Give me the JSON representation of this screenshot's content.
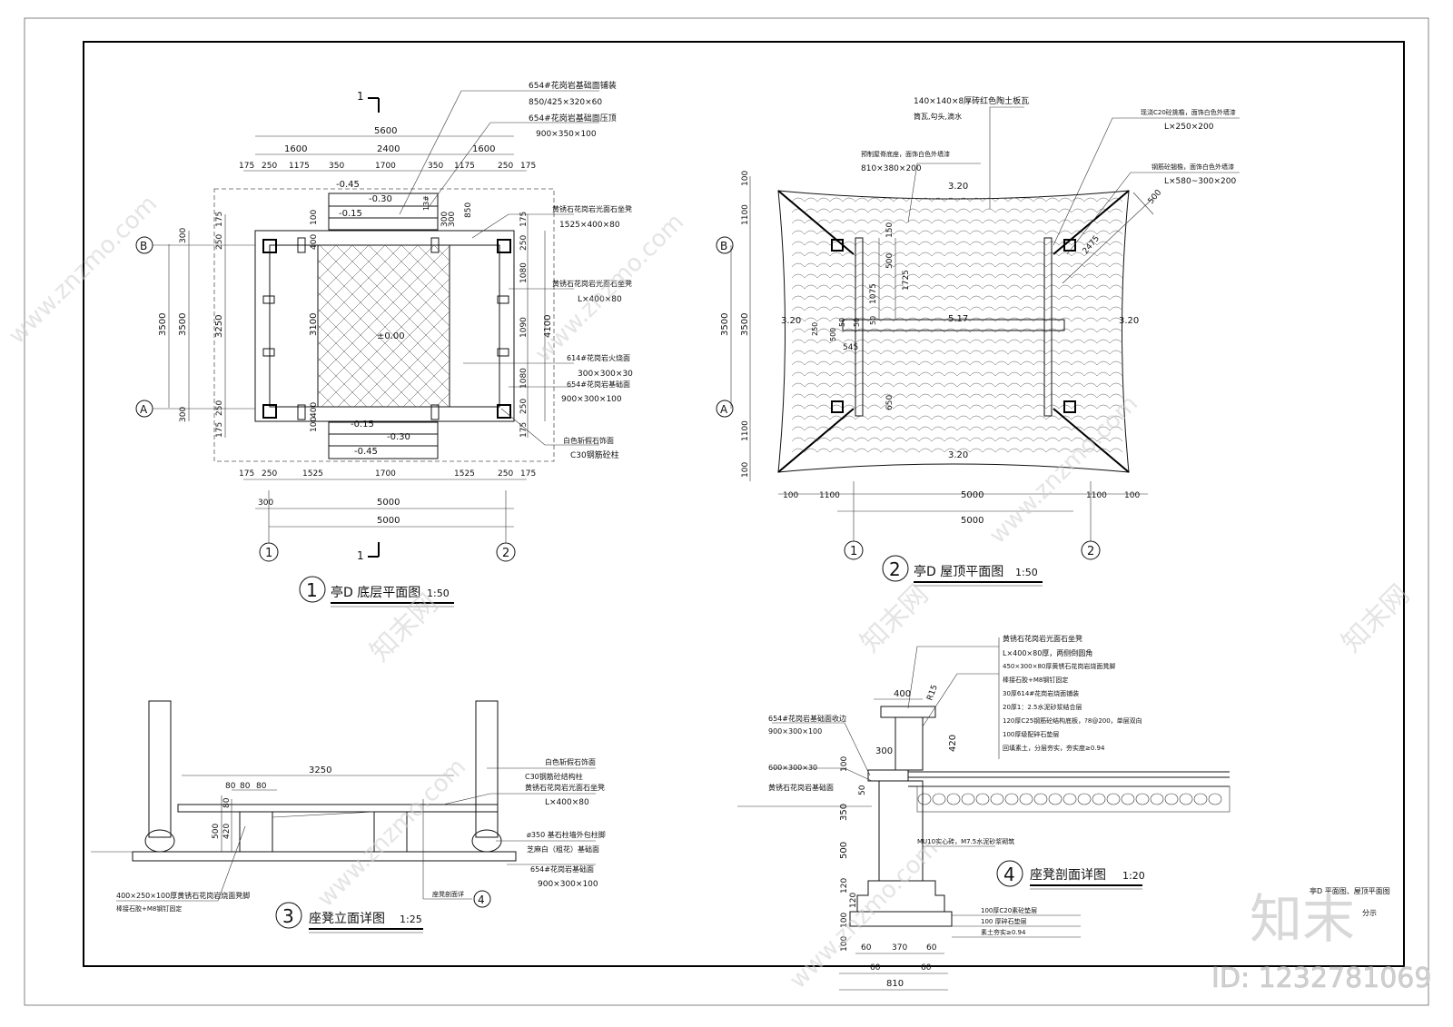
{
  "plan1": {
    "section_mark": "1",
    "dims_top_row1": [
      "5600"
    ],
    "dims_top_row2": [
      "1600",
      "2400",
      "1600"
    ],
    "dims_top_row3": [
      "175",
      "250",
      "1175",
      "350",
      "1700",
      "350",
      "1175",
      "250",
      "175"
    ],
    "dims_bottom_row1": [
      "175",
      "250",
      "1525",
      "1700",
      "1525",
      "250",
      "175"
    ],
    "dims_bottom_row2": [
      "300",
      "5000"
    ],
    "dims_bottom_row3": [
      "5000"
    ],
    "dims_left": [
      "3500",
      "3500",
      "3250",
      "175",
      "250",
      "300",
      "250",
      "175",
      "300"
    ],
    "dims_right": [
      "1080",
      "1090",
      "1080",
      "4100",
      "175",
      "250",
      "250",
      "175"
    ],
    "dims_inner": [
      "400",
      "100",
      "3100",
      "400",
      "100",
      "850",
      "300",
      "300",
      "13#"
    ],
    "levels": [
      "-0.45",
      "-0.30",
      "-0.15",
      "±0.00",
      "-0.15",
      "-0.30",
      "-0.45"
    ],
    "axis_a": "A",
    "axis_b": "B",
    "axis_1": "1",
    "axis_2": "2",
    "callouts": [
      {
        "name": "654#花岗岩基础面铺装",
        "size": "850/425×320×60"
      },
      {
        "name": "654#花岗岩基础面压顶",
        "size": "900×350×100"
      },
      {
        "name": "黄锈石花岗岩光面石坐凳",
        "size": "1525×400×80"
      },
      {
        "name": "黄锈石花岗岩光面石坐凳",
        "size": "L×400×80"
      },
      {
        "name": "614#花岗岩火烧面",
        "size": "300×300×30"
      },
      {
        "name": "654#花岗岩基础面",
        "size": "900×300×100"
      },
      {
        "name": "白色斩假石饰面",
        "size": "C30钢筋砼柱"
      }
    ],
    "title_num": "1",
    "title": "亭D  底层平面图",
    "scale": "1:50"
  },
  "plan2": {
    "callouts": [
      {
        "name": "140×140×8厚砖红色陶土板瓦",
        "size": "筒瓦,勾头,滴水"
      },
      {
        "name": "现浇C20砼挑檐，面饰白色外墙漆",
        "size": "L×250×200"
      },
      {
        "name": "预制屋脊底座，面饰白色外墙漆",
        "size": "810×380×200"
      },
      {
        "name": "钢筋砼翘檐，面饰白色外墙漆",
        "size": "L×580~300×200"
      }
    ],
    "levels": [
      "3.20",
      "3.20",
      "5.17",
      "3.20",
      "3.20"
    ],
    "dims_left": [
      "100",
      "1100",
      "3500",
      "3500",
      "1100",
      "100"
    ],
    "dims_inner": [
      "150",
      "500",
      "1725",
      "1075",
      "50",
      "50",
      "250",
      "500",
      "50",
      "545",
      "650"
    ],
    "dims_bottom_row1": [
      "100",
      "1100",
      "5000",
      "1100",
      "100"
    ],
    "dims_bottom_row2": [
      "5000"
    ],
    "dims_diag": [
      "2475",
      "500"
    ],
    "axis_a": "A",
    "axis_b": "B",
    "axis_1": "1",
    "axis_2": "2",
    "title_num": "2",
    "title": "亭D  屋顶平面图",
    "scale": "1:50"
  },
  "elev3": {
    "dims": [
      "3250",
      "80",
      "80",
      "80",
      "80",
      "500",
      "420"
    ],
    "callouts": [
      {
        "name": "白色斩假石饰面",
        "size": "C30钢筋砼结构柱"
      },
      {
        "name": "黄锈石花岗岩光面石坐凳",
        "size": "L×400×80"
      },
      {
        "name": "ø350 基石柱墙外包柱脚",
        "size": "芝麻白（粗花）基础面"
      },
      {
        "name": "654#花岗岩基础面",
        "size": "900×300×100"
      },
      {
        "name": "400×250×100厚黄锈石花岗岩烧面凳脚",
        "size": "棒接石胶+M8钢钉固定"
      }
    ],
    "section_ref": "座凳剖面详",
    "section_ref_num": "4",
    "title_num": "3",
    "title": "座凳立面详图",
    "scale": "1:25"
  },
  "sect4": {
    "top_callouts": [
      "黄锈石花岗岩光面石坐凳",
      "L×400×80厚，两侧倒圆角",
      "450×300×80厚黄锈石花岗岩烧面凳脚",
      "棒接石胶+M8钢钉固定",
      "30厚614#花岗岩烧面铺装",
      "20厚1：2.5水泥砂浆结合层",
      "120厚C25钢筋砼结构底板，?8@200，单层双向",
      "100厚级配碎石垫层",
      "回填素土，分层夯实，夯实度≥0.94"
    ],
    "left_callouts": [
      {
        "name": "654#花岗岩基础面收边",
        "size": "900×300×100"
      },
      {
        "name": "600×300×30",
        "size": "黄锈石花岗岩基础面"
      }
    ],
    "mid_callout": "MU10实心砖，M7.5水泥砂浆砌筑",
    "bottom_callouts": [
      "100厚C20素砼垫层",
      "100 厚碎石垫层",
      "素土夯实≥0.94"
    ],
    "dims": [
      "400",
      "R15",
      "300",
      "420",
      "100",
      "50",
      "350",
      "500",
      "120",
      "120",
      "100",
      "100",
      "60",
      "370",
      "60",
      "60",
      "60",
      "810"
    ],
    "title_num": "4",
    "title": "座凳剖面详图",
    "scale": "1:20"
  },
  "titleblock": {
    "drawing_name": "亭D 平面图、屋顶平面图",
    "sub": "分示"
  },
  "watermark": {
    "site": "www.znzmo.com",
    "brand": "知末网",
    "logo": "知末",
    "id_text": "ID: 1232781069"
  }
}
